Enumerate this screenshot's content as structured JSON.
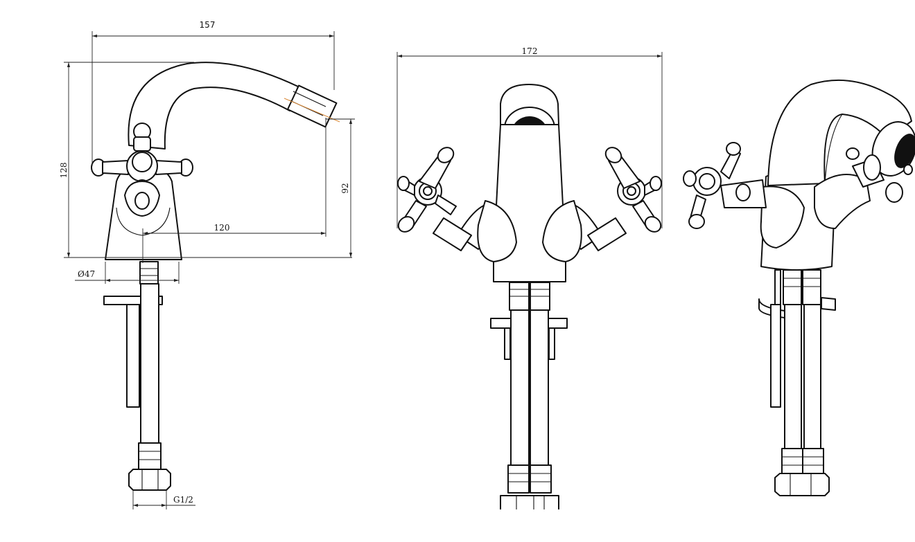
{
  "dimensions": {
    "overall_width": "157",
    "height": "128",
    "spout_reach": "120",
    "spout_height": "92",
    "base_diameter": "Ø47",
    "connection": "G1/2",
    "front_width": "172"
  }
}
